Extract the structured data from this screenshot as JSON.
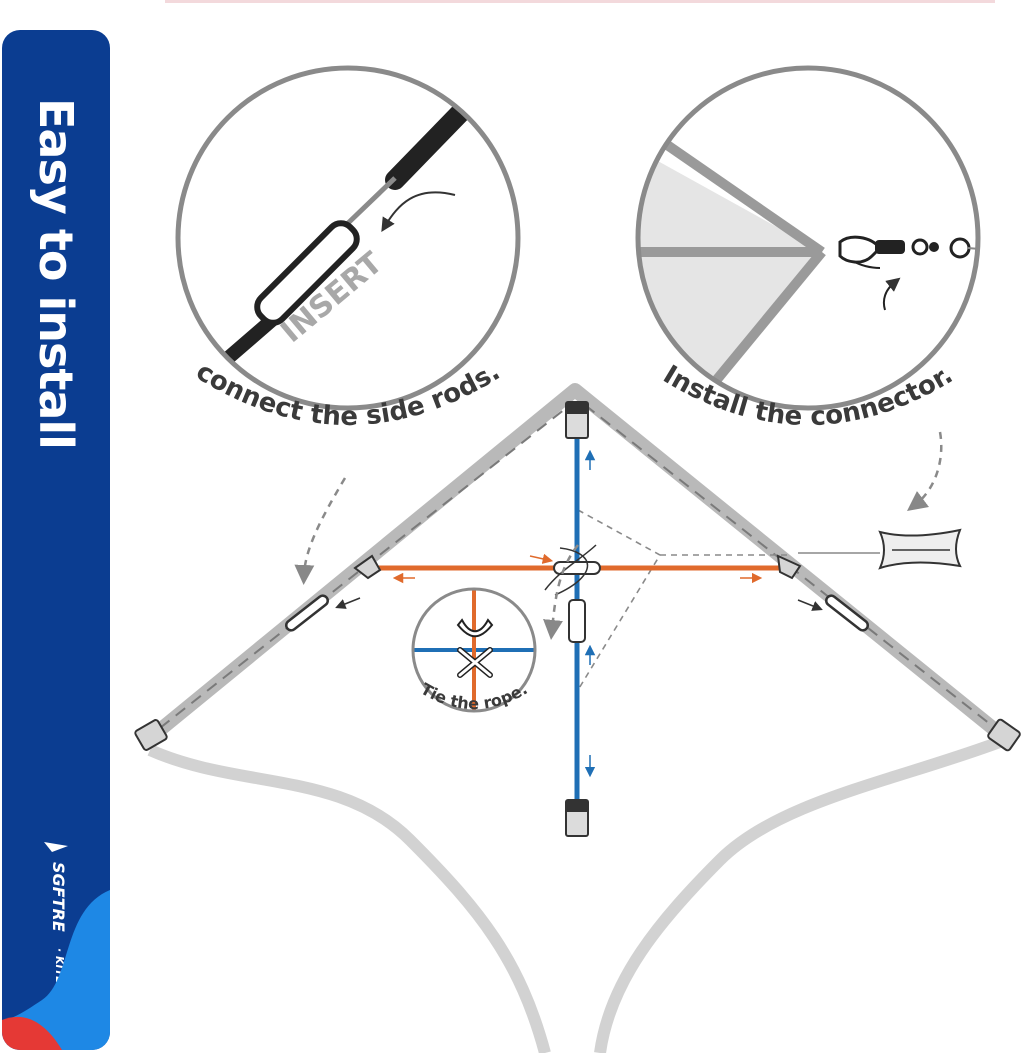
{
  "banner": {
    "title": "Easy to install",
    "brand": "SGFTRE",
    "brand_sub": "· KITE",
    "color_primary": "#0b3d91",
    "color_accent_light": "#1e88e5",
    "color_accent_red": "#e53935"
  },
  "steps": {
    "connect_side_rods": "connect the side rods.",
    "insert_label": "INSERT",
    "install_connector": "Install the connector.",
    "tie_rope": "Tie the rope."
  },
  "colors": {
    "spine": "#1f6fb5",
    "spar": "#e06a2c",
    "frame": "#b9b9b9",
    "outline": "#333333"
  }
}
